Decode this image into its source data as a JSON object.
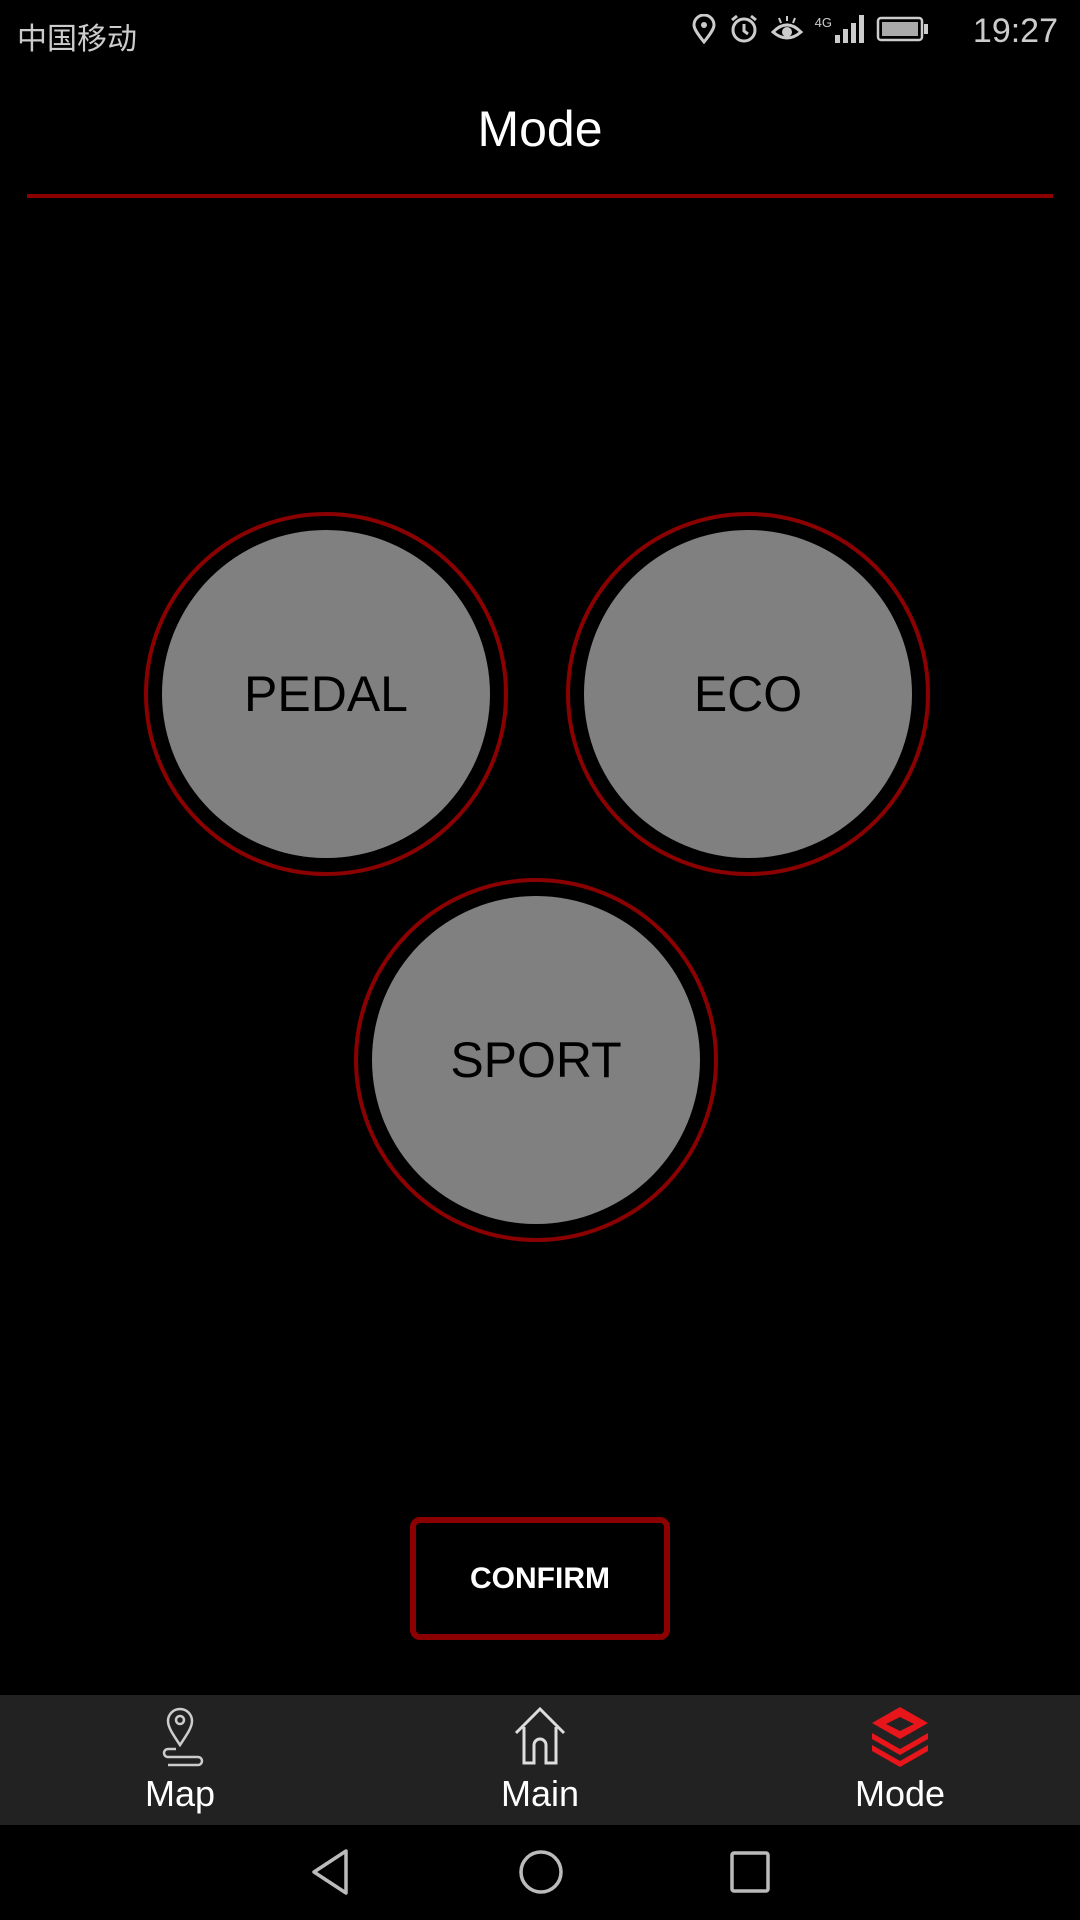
{
  "status_bar": {
    "carrier": "中国移动",
    "time": "19:27",
    "icons": [
      "location-icon",
      "alarm-icon",
      "eye-icon",
      "signal-4g-icon",
      "battery-icon"
    ],
    "network": "4G"
  },
  "header": {
    "title": "Mode"
  },
  "modes": [
    {
      "label": "PEDAL"
    },
    {
      "label": "ECO"
    },
    {
      "label": "SPORT"
    }
  ],
  "confirm_label": "CONFIRM",
  "tabs": [
    {
      "label": "Map",
      "icon": "map-pin-icon"
    },
    {
      "label": "Main",
      "icon": "home-icon"
    },
    {
      "label": "Mode",
      "icon": "layers-icon",
      "active": true
    }
  ],
  "colors": {
    "accent": "#8b0000",
    "active_tab": "#e8151b",
    "circle": "#808080"
  }
}
